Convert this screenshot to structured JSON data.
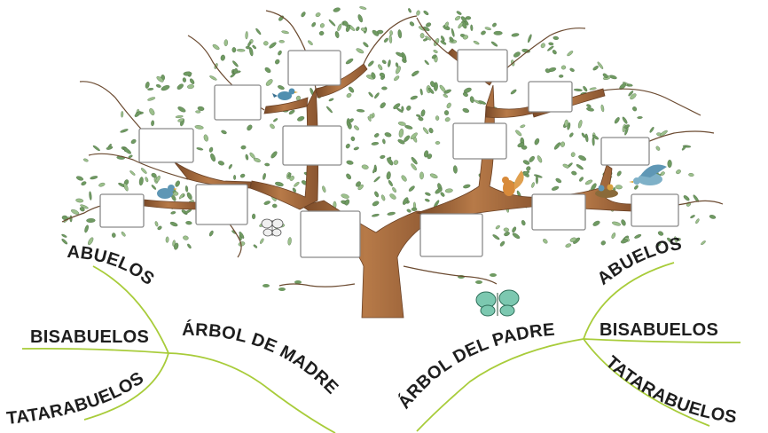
{
  "mother_side": {
    "root_label": "ÁRBOL DE MADRE",
    "branches": [
      "ABUELOS",
      "BISABUELOS",
      "TATARABUELOS"
    ]
  },
  "father_side": {
    "root_label": "ÁRBOL DEL PADRE",
    "branches": [
      "ABUELOS",
      "BISABUELOS",
      "TATARABUELOS"
    ]
  },
  "colors": {
    "trunk": "#a0643a",
    "leaf": "#6f9a62",
    "leaf_light": "#9cc08c",
    "connector": "#a8cc3a",
    "label": "#1e1e1e"
  },
  "icons": [
    "bird-icon",
    "butterfly-icon",
    "squirrel-icon",
    "bird-nest-icon"
  ]
}
